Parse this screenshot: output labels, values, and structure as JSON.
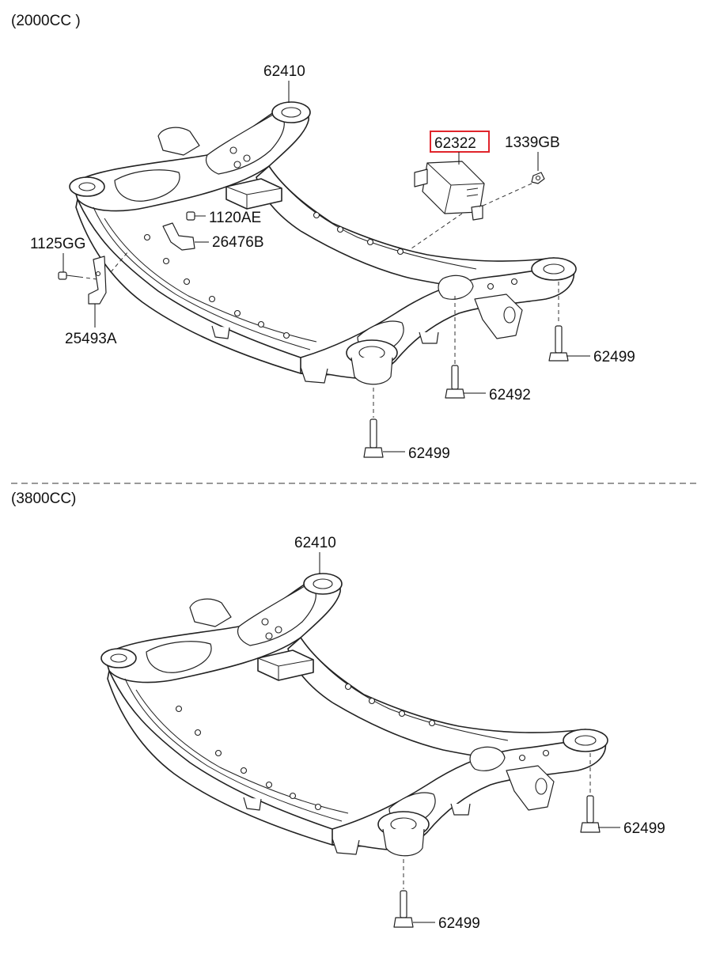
{
  "sections": [
    {
      "title": "(2000CC )",
      "labels": {
        "crossmember": "62410",
        "module": "62322",
        "nut": "1339GB",
        "bolt_small": "1120AE",
        "bracket_small": "26476B",
        "bolt_left": "1125GG",
        "bracket_left": "25493A",
        "bolt_rear_right": "62499",
        "bolt_mid": "62492",
        "bolt_front": "62499"
      },
      "highlighted_part": "62322",
      "highlight_color": "#e0242b"
    },
    {
      "title": "(3800CC)",
      "labels": {
        "crossmember": "62410",
        "bolt_rear_right": "62499",
        "bolt_front": "62499"
      }
    }
  ]
}
